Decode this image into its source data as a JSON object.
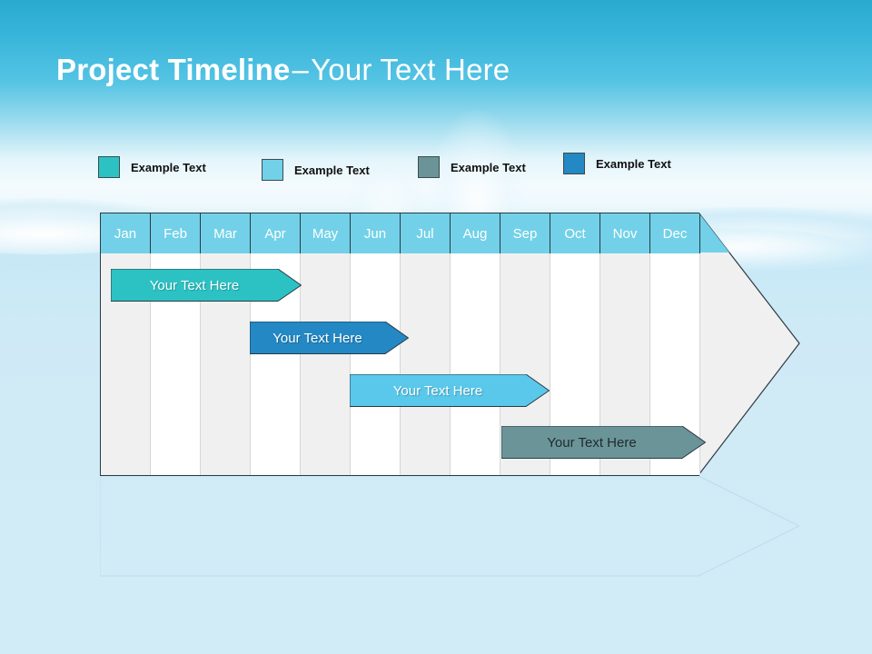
{
  "slide": {
    "title_bold": "Project Timeline",
    "title_dash": "–",
    "title_light": "Your Text Here",
    "background_top_color": "#2aa9cf",
    "background_bottom_color": "#cdeaf6"
  },
  "legend": {
    "items": [
      {
        "label": "Example Text",
        "color": "#2cc2c4"
      },
      {
        "label": "Example Text",
        "color": "#72d1e8"
      },
      {
        "label": "Example Text",
        "color": "#6b9498"
      },
      {
        "label": "Example Text",
        "color": "#2388c4"
      }
    ]
  },
  "chart_data": {
    "type": "bar",
    "title": "Project Timeline",
    "categories": [
      "Jan",
      "Feb",
      "Mar",
      "Apr",
      "May",
      "Jun",
      "Jul",
      "Aug",
      "Sep",
      "Oct",
      "Nov",
      "Dec"
    ],
    "xlabel": "",
    "ylabel": "",
    "grid": true,
    "legend_position": "top",
    "header_color": "#72d1e8",
    "header_text_color": "#ffffff",
    "column_alt_color": "#f0f0f0",
    "column_base_color": "#ffffff",
    "series": [
      {
        "name": "Your  Text Here",
        "label": "Your  Text Here",
        "color": "#2cc2c4",
        "text_color": "#ffffff",
        "start_month": "Jan",
        "end_month": "Apr",
        "row": 1
      },
      {
        "name": "Your  Text Here",
        "label": "Your  Text Here",
        "color": "#2388c4",
        "text_color": "#ffffff",
        "start_month": "Apr",
        "end_month": "Jun",
        "row": 2
      },
      {
        "name": "Your  Text Here",
        "label": "Your  Text Here",
        "color": "#5ac8ea",
        "text_color": "#ffffff",
        "start_month": "Jun",
        "end_month": "Sep",
        "row": 3
      },
      {
        "name": "Your  Text Here",
        "label": "Your  Text Here",
        "color": "#6b9498",
        "text_color": "#1d2b30",
        "start_month": "Sep",
        "end_month": "Dec",
        "row": 4
      }
    ]
  },
  "months": [
    {
      "label": "Jan"
    },
    {
      "label": "Feb"
    },
    {
      "label": "Mar"
    },
    {
      "label": "Apr"
    },
    {
      "label": "May"
    },
    {
      "label": "Jun"
    },
    {
      "label": "Jul"
    },
    {
      "label": "Aug"
    },
    {
      "label": "Sep"
    },
    {
      "label": "Oct"
    },
    {
      "label": "Nov"
    },
    {
      "label": "Dec"
    }
  ],
  "bars": [
    {
      "label": "Your  Text Here"
    },
    {
      "label": "Your  Text Here"
    },
    {
      "label": "Your  Text Here"
    },
    {
      "label": "Your  Text Here"
    }
  ]
}
